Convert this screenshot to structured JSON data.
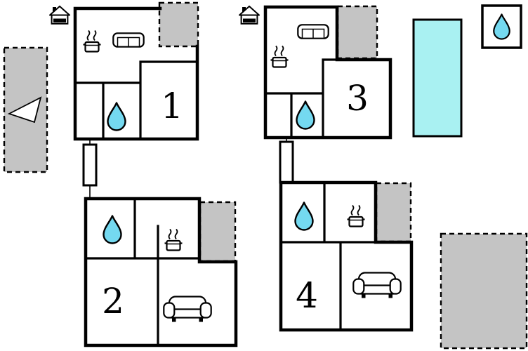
{
  "floor_plan": {
    "apartments": [
      {
        "room_number": "1"
      },
      {
        "room_number": "2"
      },
      {
        "room_number": "3"
      },
      {
        "room_number": "4"
      }
    ],
    "icons": {
      "bathroom": "water-drop-icon",
      "kitchen": "stove-pot-icon",
      "living_area_top_view": "sofa-top-icon",
      "living_area_front_view": "sofa-front-icon",
      "entrance": "house-icon",
      "terrace_marker": "triangle-icon"
    },
    "colors": {
      "walls": "#000000",
      "terrace_fill": "#c4c4c4",
      "pool_fill": "#a9f1f2",
      "water_drop_fill": "#74d9f0",
      "background": "#ffffff"
    }
  }
}
